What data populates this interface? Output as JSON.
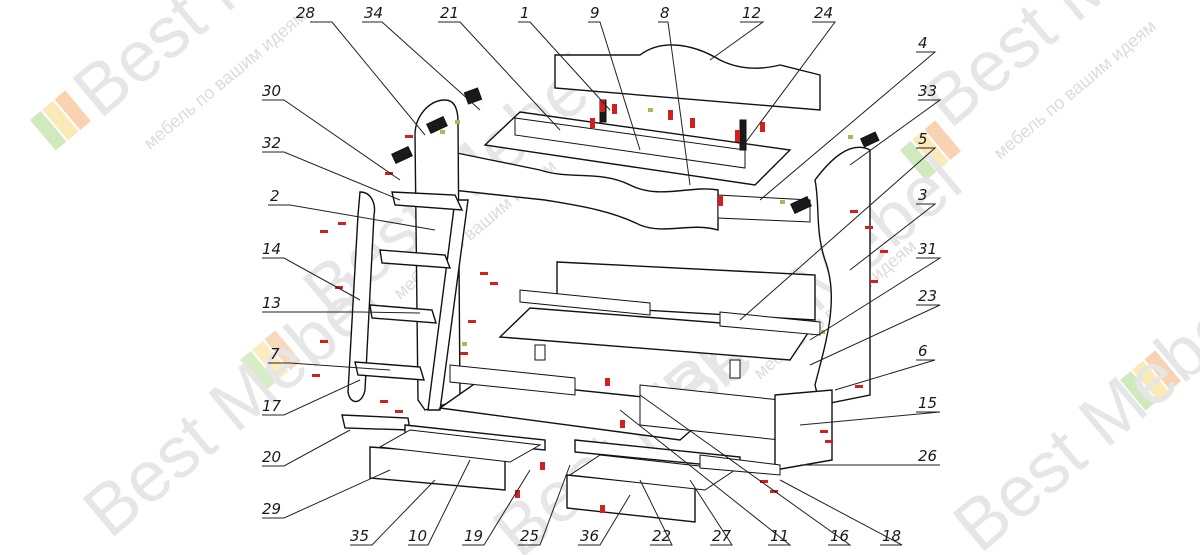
{
  "colors": {
    "line": "#111111",
    "hardware_red": "#d41f1f",
    "hardware_olive": "#b8b25a",
    "watermark": "#e6e6e6",
    "logo_green": "#7cc242",
    "logo_yellow": "#f2c230",
    "logo_orange": "#ef7d22"
  },
  "watermark": {
    "brand": "Best Mebel",
    "tagline": "мебель по вашим идеям"
  },
  "callouts": [
    {
      "label": "28"
    },
    {
      "label": "34"
    },
    {
      "label": "21"
    },
    {
      "label": "1"
    },
    {
      "label": "9"
    },
    {
      "label": "8"
    },
    {
      "label": "12"
    },
    {
      "label": "24"
    },
    {
      "label": "4"
    },
    {
      "label": "33"
    },
    {
      "label": "30"
    },
    {
      "label": "32"
    },
    {
      "label": "5"
    },
    {
      "label": "2"
    },
    {
      "label": "3"
    },
    {
      "label": "14"
    },
    {
      "label": "31"
    },
    {
      "label": "13"
    },
    {
      "label": "23"
    },
    {
      "label": "7"
    },
    {
      "label": "6"
    },
    {
      "label": "17"
    },
    {
      "label": "15"
    },
    {
      "label": "20"
    },
    {
      "label": "26"
    },
    {
      "label": "29"
    },
    {
      "label": "35"
    },
    {
      "label": "10"
    },
    {
      "label": "19"
    },
    {
      "label": "25"
    },
    {
      "label": "36"
    },
    {
      "label": "22"
    },
    {
      "label": "27"
    },
    {
      "label": "11"
    },
    {
      "label": "16"
    },
    {
      "label": "18"
    }
  ]
}
